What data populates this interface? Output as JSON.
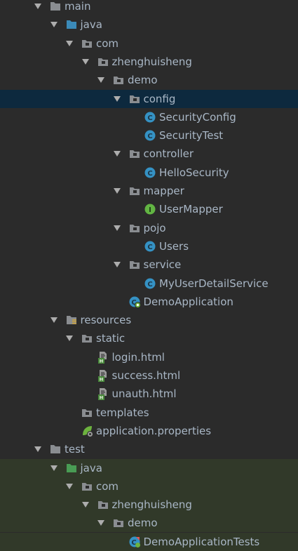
{
  "tree": [
    {
      "label": "main",
      "icon": "folder-icon",
      "expanded": true,
      "depth": 0
    },
    {
      "label": "java",
      "icon": "source-folder-icon",
      "expanded": true,
      "depth": 1
    },
    {
      "label": "com",
      "icon": "package-icon",
      "expanded": true,
      "depth": 2
    },
    {
      "label": "zhenghuisheng",
      "icon": "package-icon",
      "expanded": true,
      "depth": 3
    },
    {
      "label": "demo",
      "icon": "package-icon",
      "expanded": true,
      "depth": 4
    },
    {
      "label": "config",
      "icon": "package-icon",
      "expanded": true,
      "depth": 5,
      "selected": true
    },
    {
      "label": "SecurityConfig",
      "icon": "class-icon",
      "depth": 6
    },
    {
      "label": "SecurityTest",
      "icon": "class-icon",
      "depth": 6
    },
    {
      "label": "controller",
      "icon": "package-icon",
      "expanded": true,
      "depth": 5
    },
    {
      "label": "HelloSecurity",
      "icon": "class-icon",
      "depth": 6
    },
    {
      "label": "mapper",
      "icon": "package-icon",
      "expanded": true,
      "depth": 5
    },
    {
      "label": "UserMapper",
      "icon": "interface-icon",
      "depth": 6
    },
    {
      "label": "pojo",
      "icon": "package-icon",
      "expanded": true,
      "depth": 5
    },
    {
      "label": "Users",
      "icon": "class-icon",
      "depth": 6
    },
    {
      "label": "service",
      "icon": "package-icon",
      "expanded": true,
      "depth": 5
    },
    {
      "label": "MyUserDetailService",
      "icon": "class-icon",
      "depth": 6
    },
    {
      "label": "DemoApplication",
      "icon": "spring-boot-class-icon",
      "depth": 5
    },
    {
      "label": "resources",
      "icon": "resources-folder-icon",
      "expanded": true,
      "depth": 1
    },
    {
      "label": "static",
      "icon": "package-icon",
      "expanded": true,
      "depth": 2
    },
    {
      "label": "login.html",
      "icon": "html-file-icon",
      "depth": 3
    },
    {
      "label": "success.html",
      "icon": "html-file-icon",
      "depth": 3
    },
    {
      "label": "unauth.html",
      "icon": "html-file-icon",
      "depth": 3
    },
    {
      "label": "templates",
      "icon": "package-icon",
      "depth": 2
    },
    {
      "label": "application.properties",
      "icon": "spring-properties-icon",
      "depth": 2
    },
    {
      "label": "test",
      "icon": "folder-icon",
      "expanded": true,
      "depth": 0
    },
    {
      "label": "java",
      "icon": "test-source-folder-icon",
      "expanded": true,
      "depth": 1,
      "testbg": true
    },
    {
      "label": "com",
      "icon": "package-icon",
      "expanded": true,
      "depth": 2,
      "testbg": true
    },
    {
      "label": "zhenghuisheng",
      "icon": "package-icon",
      "expanded": true,
      "depth": 3,
      "testbg": true
    },
    {
      "label": "demo",
      "icon": "package-icon",
      "expanded": true,
      "depth": 4,
      "testbg": true
    },
    {
      "label": "DemoApplicationTests",
      "icon": "spring-boot-test-class-icon",
      "depth": 5,
      "testbg": true
    }
  ],
  "colors": {
    "background": "#2b2b2b",
    "selected_row": "#0d293e",
    "test_row": "#313929",
    "text": "#a9b7c6",
    "arrow": "#adadad",
    "folder": "#8a8d91",
    "source_folder": "#3b8ab8",
    "test_folder": "#499c54",
    "class_circle": "#3592c4",
    "interface_circle": "#62b543",
    "html_badge": "#4a8a3c"
  }
}
